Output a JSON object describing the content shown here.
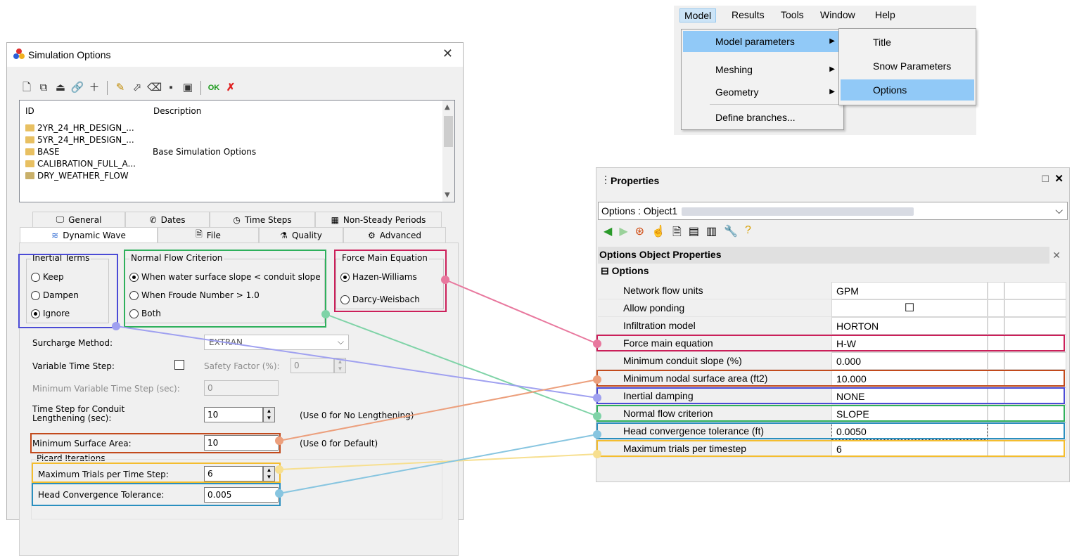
{
  "colors": {
    "pink": "#cc1f5a",
    "green": "#2fb05c",
    "blue_purple": "#4b4bd6",
    "orange_red": "#c24a1c",
    "yellow": "#f4bd2e",
    "cyan_blue": "#2a8fbf",
    "line_pink": "#e8789e",
    "line_green": "#7fd3a7",
    "line_purple": "#9fa0f0",
    "line_orange": "#ec9f7c",
    "line_yellow": "#f7df8f",
    "line_cyan": "#87c5e0"
  },
  "sim_dialog": {
    "title": "Simulation Options",
    "close_glyph": "✕",
    "toolbar_icons": [
      "new-icon",
      "copy-icon",
      "import-icon",
      "link-icon",
      "add-icon",
      "edit-icon",
      "delete-icon",
      "erase-icon",
      "save-icon",
      "save-all-icon",
      "ok-icon",
      "cancel-icon"
    ],
    "toolbar_glyphs": [
      "🗋",
      "⧉",
      "⏏",
      "🔗",
      "＋",
      "✎",
      "⬀",
      "⌫",
      "▪",
      "▣",
      "OK",
      "✗"
    ],
    "list": {
      "col_id": "ID",
      "col_description": "Description",
      "rows": [
        {
          "id": "2YR_24_HR_DESIGN_...",
          "description": ""
        },
        {
          "id": "5YR_24_HR_DESIGN_...",
          "description": ""
        },
        {
          "id": "BASE",
          "description": "Base Simulation Options"
        },
        {
          "id": "CALIBRATION_FULL_A...",
          "description": ""
        },
        {
          "id": "DRY_WEATHER_FLOW",
          "description": ""
        }
      ]
    },
    "tabs_row1": [
      "General",
      "Dates",
      "Time Steps",
      "Non-Steady Periods"
    ],
    "tabs_row2": [
      "Dynamic Wave",
      "File",
      "Quality",
      "Advanced"
    ],
    "inertial_terms": {
      "title": "Inertial Terms",
      "options": [
        "Keep",
        "Dampen",
        "Ignore"
      ],
      "selected": "Ignore"
    },
    "normal_flow": {
      "title": "Normal Flow Criterion",
      "options": [
        "When water surface slope < conduit slope",
        "When Froude Number > 1.0",
        "Both"
      ],
      "selected": "When water surface slope < conduit slope"
    },
    "force_main": {
      "title": "Force Main Equation",
      "options": [
        "Hazen-Williams",
        "Darcy-Weisbach"
      ],
      "selected": "Hazen-Williams"
    },
    "surcharge_label": "Surcharge Method:",
    "surcharge_value": "EXTRAN",
    "variable_ts_label": "Variable Time Step:",
    "safety_label": "Safety Factor (%):",
    "safety_value": "0",
    "min_var_label": "Minimum Variable Time Step (sec):",
    "min_var_value": "0",
    "lengthening_label_1": "Time Step for Conduit",
    "lengthening_label_2": "Lengthening (sec):",
    "lengthening_value": "10",
    "lengthening_hint": "(Use 0 for No Lengthening)",
    "min_surface_label": "Minimum Surface Area:",
    "min_surface_value": "10",
    "min_surface_hint": "(Use 0 for Default)",
    "picard_title": "Picard Iterations",
    "max_trials_label": "Maximum Trials per Time Step:",
    "max_trials_value": "6",
    "head_conv_label": "Head Convergence Tolerance:",
    "head_conv_value": "0.005"
  },
  "menu": {
    "bar": [
      "Model",
      "Results",
      "Tools",
      "Window",
      "Help"
    ],
    "model_items": [
      "Model parameters",
      "Meshing",
      "Geometry",
      "Define branches..."
    ],
    "params_items": [
      "Title",
      "Snow Parameters",
      "Options"
    ]
  },
  "props": {
    "title": "Properties",
    "object_label": "Options : Object1",
    "group_title": "Options Object Properties",
    "section": "Options",
    "rows": [
      {
        "name": "Network flow units",
        "value": "GPM"
      },
      {
        "name": "Allow ponding",
        "value": "☐"
      },
      {
        "name": "Infiltration model",
        "value": "HORTON"
      },
      {
        "name": "Force main equation",
        "value": "H-W"
      },
      {
        "name": "Minimum conduit slope (%)",
        "value": "0.000"
      },
      {
        "name": "Minimum nodal surface area (ft2)",
        "value": "10.000"
      },
      {
        "name": "Inertial damping",
        "value": "NONE"
      },
      {
        "name": "Normal flow criterion",
        "value": "SLOPE"
      },
      {
        "name": "Head convergence tolerance (ft)",
        "value": "0.0050"
      },
      {
        "name": "Maximum trials per timestep",
        "value": "6"
      }
    ]
  }
}
